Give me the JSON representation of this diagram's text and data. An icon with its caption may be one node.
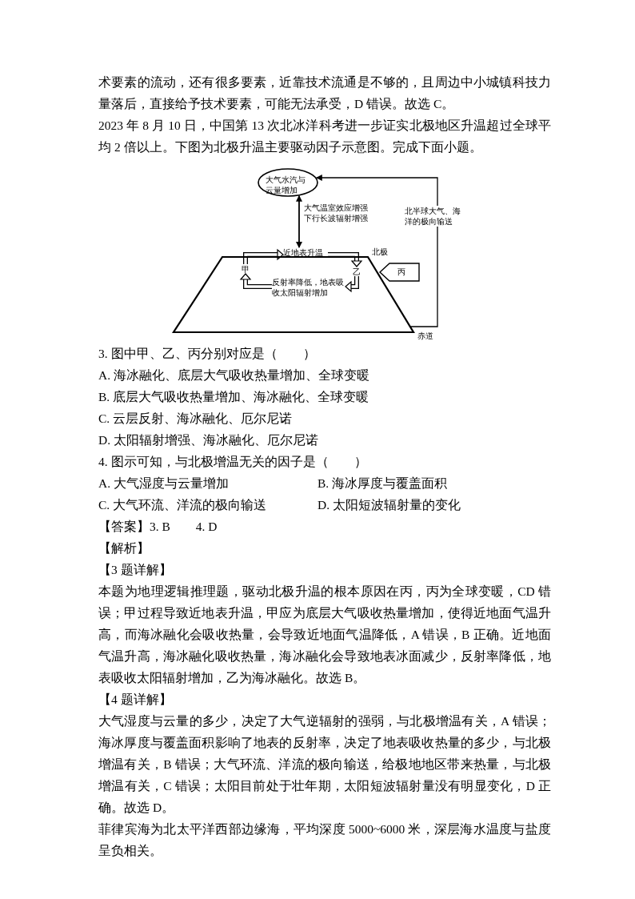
{
  "diagram": {
    "nodes": [
      {
        "text": [
          "大气水汽与云量增加"
        ]
      },
      {
        "text": [],
        "shape": "trapezoid",
        "beside": [
          "北极",
          "赤道"
        ]
      },
      {
        "text": [
          "近地表升温"
        ]
      },
      {
        "text": [
          "甲"
        ],
        "in": 1
      },
      {
        "text": [
          "乙"
        ],
        "in": 1
      },
      {
        "text": [
          "反射率降低，地表吸收太阳辐射增加"
        ],
        "in": 1
      },
      {
        "text": [
          "丙"
        ]
      }
    ],
    "edges": [
      {
        "from": 0,
        "to": 2,
        "arrow": "both",
        "label": "大气温室效应增强下行长波辐射增强"
      },
      {
        "from": 3,
        "to": 2,
        "arrow": "to"
      },
      {
        "from": 2,
        "to": 4,
        "arrow": "to"
      },
      {
        "from": 4,
        "to": 5,
        "arrow": "to"
      },
      {
        "from": 5,
        "to": 3,
        "arrow": "to"
      },
      {
        "from": 1,
        "to": 0,
        "arrow": "to",
        "label": "北半球大气、海洋的极向输送"
      }
    ],
    "labels": [
      "术要素的流动，还有很多要素，近靠技术流通是不够的，且周边中小城镇科技力量落后，直接给予技术要素，可能无法承受，D 错误。故选 C。",
      "2023 年 8 月 10 日，中国第 13 次北冰洋科考进一步证实北极地区升温超过全球平均 2 倍以上。下图为北极升温主要驱动因子示意图。完成下面小题。",
      "3. 图中甲、乙、丙分别对应是（　　）",
      "A. 海冰融化、底层大气吸收热量增加、全球变暖",
      "B. 底层大气吸收热量增加、海冰融化、全球变暖",
      "C. 云层反射、海冰融化、厄尔尼诺",
      "D. 太阳辐射增强、海冰融化、厄尔尼诺",
      "4. 图示可知，与北极增温无关的因子是（　　）",
      "A. 大气湿度与云量增加",
      "B. 海冰厚度与覆盖面积",
      "C. 大气环流、洋流的极向输送",
      "D. 太阳短波辐射量的变化",
      "【答案】3. B　　4. D",
      "【解析】",
      "【3 题详解】",
      "本题为地理逻辑推理题，驱动北极升温的根本原因在丙，丙为全球变暖，CD 错误；甲过程导致近地表升温，甲应为底层大气吸收热量增加，使得近地面气温升高，而海冰融化会吸收热量，会导致近地面气温降低，A 错误，B 正确。近地面气温升高，海冰融化吸收热量，海冰融化会导致地表冰面减少，反射率降低，地表吸收太阳辐射增加，乙为海冰融化。故选 B。",
      "【4 题详解】",
      "大气湿度与云量的多少，决定了大气逆辐射的强弱，与北极增温有关，A 错误；海冰厚度与覆盖面积影响了地表的反射率，决定了地表吸收热量的多少，与北极增温有关，B 错误；大气环流、洋流的极向输送，给极地地区带来热量，与北极增温有关，C 错误；太阳目前处于壮年期，太阳短波辐射量没有明显变化，D 正确。故选 D。",
      "菲律宾海为北太平洋西部边缘海，平均深度 5000~6000 米，深层海水温度与盐度呈负相关。"
    ]
  }
}
